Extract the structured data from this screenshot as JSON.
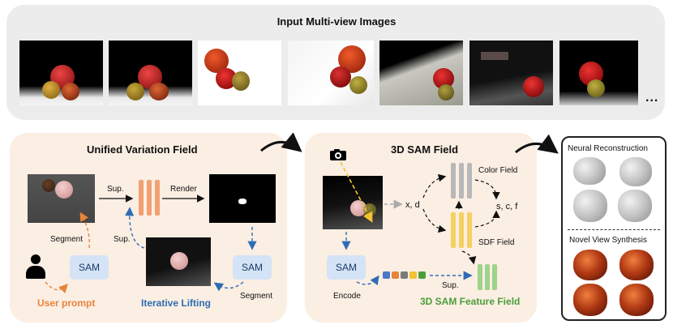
{
  "top": {
    "title": "Input Multi-view Images",
    "more": "..."
  },
  "uvf": {
    "title": "Unified Variation Field",
    "sup_top": "Sup.",
    "render": "Render",
    "segment_left": "Segment",
    "sup_left": "Sup.",
    "sam": "SAM",
    "sam_right": "SAM",
    "segment_right": "Segment",
    "user_prompt": "User prompt",
    "iterative": "Iterative Lifting"
  },
  "sam3d": {
    "title": "3D SAM Field",
    "xd": "x, d",
    "color_field": "Color Field",
    "scf": "s, c, f",
    "sdf_field": "SDF Field",
    "sam": "SAM",
    "encode": "Encode",
    "sup": "Sup.",
    "feature_field": "3D SAM Feature Field"
  },
  "recon": {
    "neural": "Neural Reconstruction",
    "novel": "Novel View Synthesis"
  },
  "colors": {
    "orange": "#e8843a",
    "blue": "#2e6db4",
    "green": "#4a9e3a",
    "gray": "#9e9e9e",
    "yellow": "#f2c230"
  }
}
